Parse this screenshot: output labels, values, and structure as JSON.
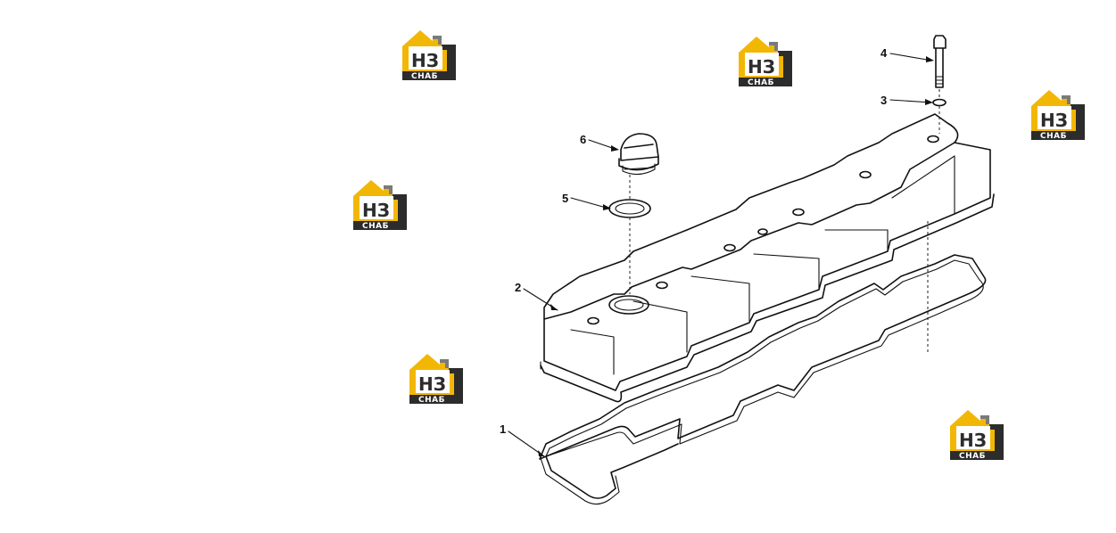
{
  "diagram": {
    "callouts": [
      {
        "id": "1",
        "label": "1"
      },
      {
        "id": "2",
        "label": "2"
      },
      {
        "id": "3",
        "label": "3"
      },
      {
        "id": "4",
        "label": "4"
      },
      {
        "id": "5",
        "label": "5"
      },
      {
        "id": "6",
        "label": "6"
      }
    ]
  },
  "watermark": {
    "line1": "НЗ",
    "line2": "СНАБ",
    "colors": {
      "yellow": "#f2b705",
      "dark": "#2c2c2c",
      "gray": "#7a7a7a"
    }
  }
}
